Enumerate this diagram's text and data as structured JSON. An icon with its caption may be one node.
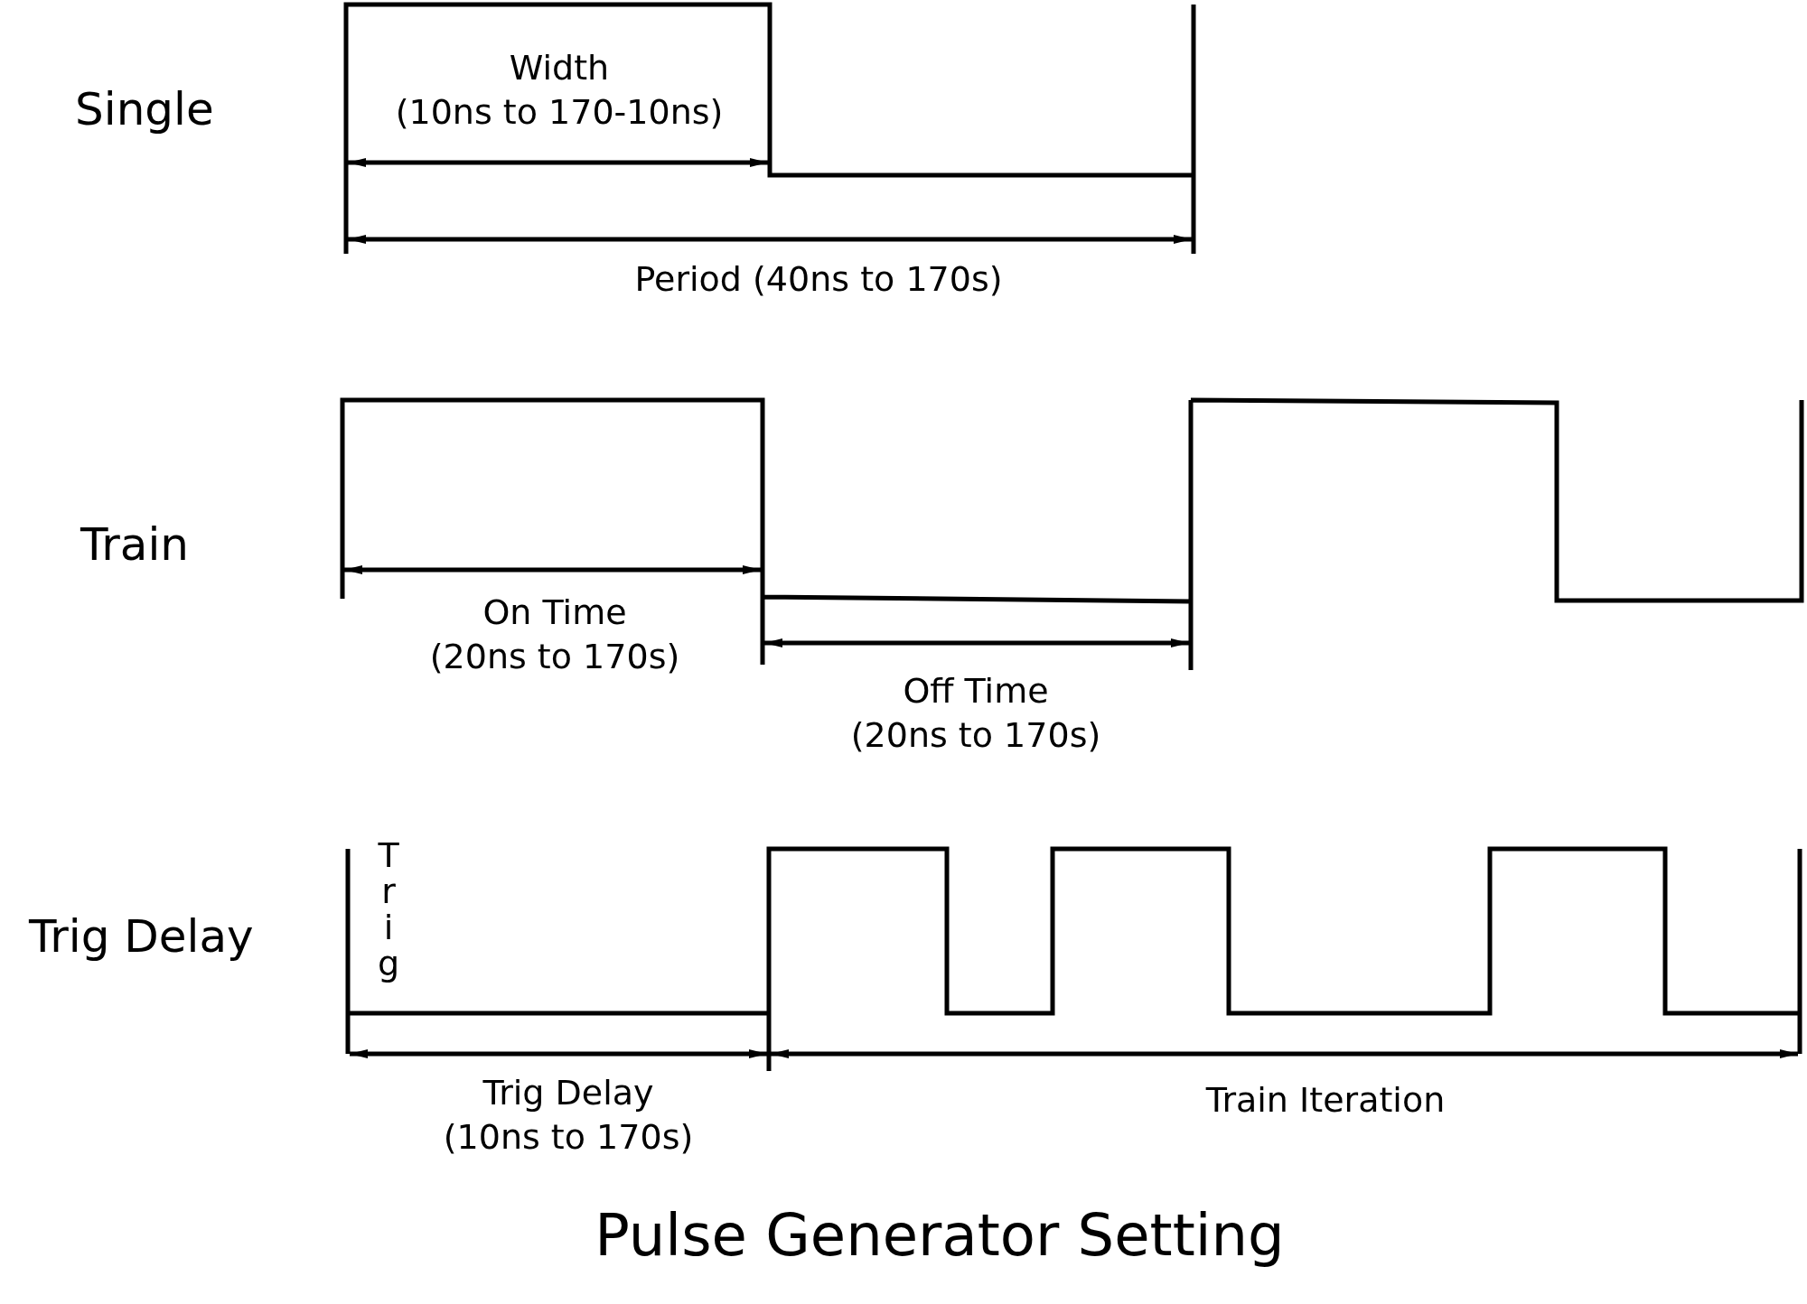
{
  "diagram": {
    "caption": "Pulse Generator Setting",
    "labels": [
      "Single",
      "Width (10ns to 170-10ns)",
      "Period (40ns to 170s)",
      "Train",
      "On Time (20ns to 170s)",
      "Off Time (20ns to 170s)",
      "Trig",
      "Trig Delay",
      "Trig Delay (10ns to 170s)",
      "Train Iteration"
    ]
  }
}
